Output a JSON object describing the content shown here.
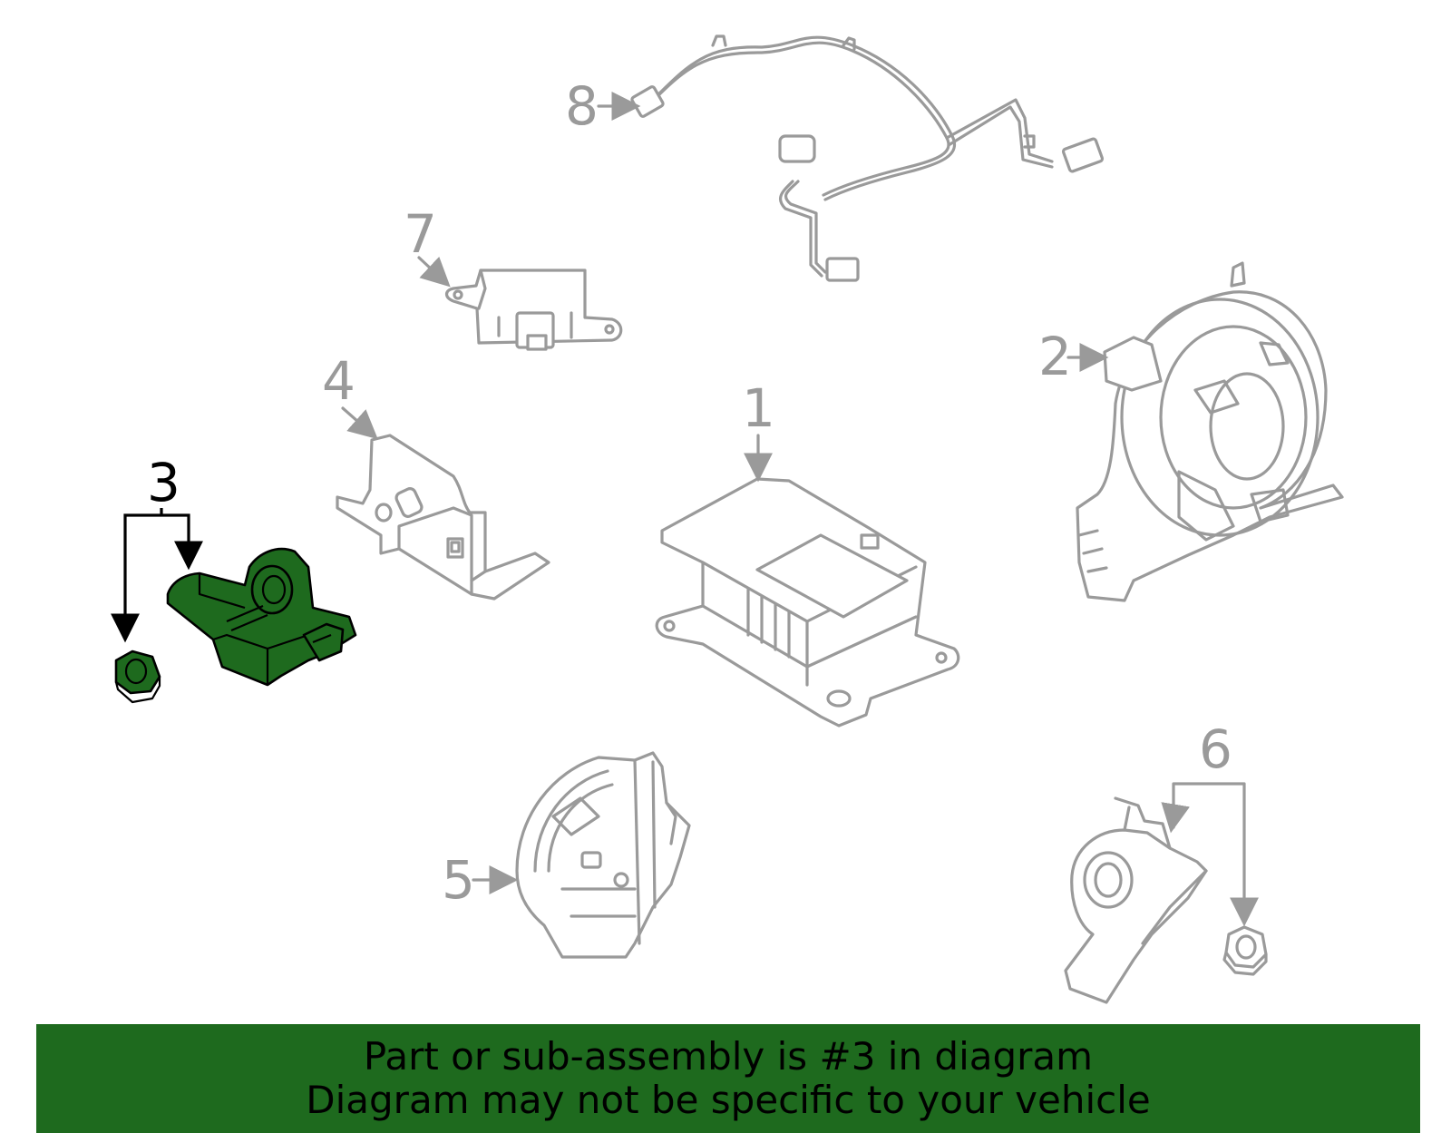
{
  "callouts": {
    "c1": "1",
    "c2": "2",
    "c3": "3",
    "c4": "4",
    "c5": "5",
    "c6": "6",
    "c7": "7",
    "c8": "8"
  },
  "banner": {
    "line1": "Part or sub-assembly is #3 in diagram",
    "line2": "Diagram may not be specific to your vehicle"
  },
  "colors": {
    "highlight": "#1e6a1e",
    "line_art": "#9a9a9a",
    "callout_text": "#9a9a9a",
    "selected_callout_text": "#000000"
  }
}
